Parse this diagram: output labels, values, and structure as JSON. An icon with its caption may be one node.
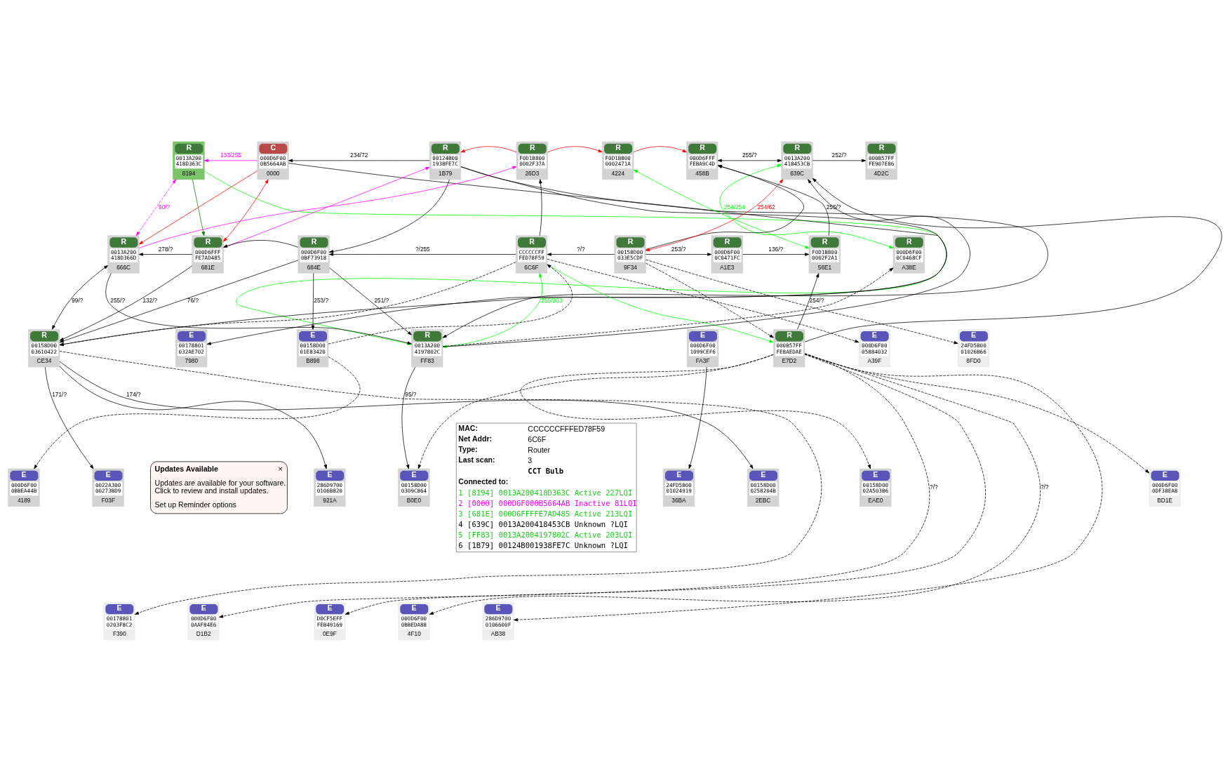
{
  "diagram": {
    "nodes": [
      {
        "text": [
          "R",
          "0013A200 418D363C",
          "8194"
        ]
      },
      {
        "text": [
          "C",
          "000D6F00 0B5664AB",
          "0000"
        ]
      },
      {
        "text": [
          "R",
          "00124B00 1938FE7C",
          "1B79"
        ]
      },
      {
        "text": [
          "R",
          "F0D1B800 0002F37A",
          "26D3"
        ]
      },
      {
        "text": [
          "R",
          "F0D1B800 0002471A",
          "4224"
        ]
      },
      {
        "text": [
          "R",
          "000D6FFF FEBA9C4D",
          "458B"
        ]
      },
      {
        "text": [
          "R",
          "0013A200 418453CB",
          "639C"
        ]
      },
      {
        "text": [
          "R",
          "000B57FF FE907E86",
          "4D2C"
        ]
      },
      {
        "text": [
          "R",
          "0013A200 418D366D",
          "666C"
        ]
      },
      {
        "text": [
          "R",
          "000D6FFF FE7AD485",
          "681E"
        ]
      },
      {
        "text": [
          "R",
          "000D6F00 0BF73918",
          "684E"
        ]
      },
      {
        "text": [
          "R",
          "CCCCCCFF FED78F59",
          "6C6F"
        ]
      },
      {
        "text": [
          "R",
          "00158D00 033E5CDF",
          "9F34"
        ]
      },
      {
        "text": [
          "R",
          "000D6F00 0C0471FC",
          "A1E3"
        ]
      },
      {
        "text": [
          "R",
          "F0D1B800 0002F2A1",
          "56E1"
        ]
      },
      {
        "text": [
          "R",
          "000D6F00 0C0468CF",
          "A38E"
        ]
      },
      {
        "text": [
          "R",
          "00158D00 03610422",
          "CE34"
        ]
      },
      {
        "text": [
          "E",
          "00178801 032AE702",
          "7980"
        ]
      },
      {
        "text": [
          "E",
          "00158D00 01E83420",
          "B898"
        ]
      },
      {
        "text": [
          "R",
          "0013A200 4197802C",
          "FF83"
        ]
      },
      {
        "text": [
          "E",
          "000D6F00 1099CEF6",
          "FA3F"
        ]
      },
      {
        "text": [
          "R",
          "000B57FF FE8AEDAE",
          "E7D2"
        ]
      },
      {
        "text": [
          "E",
          "000D6F00 05884032",
          "A39F"
        ]
      },
      {
        "text": [
          "E",
          "24FD5B00 01026B66",
          "8FD0"
        ]
      },
      {
        "text": [
          "E",
          "000D6F00 0BBEA44B",
          "4189"
        ]
      },
      {
        "text": [
          "E",
          "0022A300 00273BD9",
          "F03F"
        ]
      },
      {
        "text": [
          "E",
          "286D9700 0106B820",
          "921A"
        ]
      },
      {
        "text": [
          "E",
          "00158D00 0309C864",
          "B0E0"
        ]
      },
      {
        "text": [
          "E",
          "24FD5B00 01024919",
          "36BA"
        ]
      },
      {
        "text": [
          "E",
          "00158D00 0258204B",
          "2EBC"
        ]
      },
      {
        "text": [
          "E",
          "00158D00 02A503B6",
          "EAE0"
        ]
      },
      {
        "text": [
          "E",
          "000D6F00 0DF38EA8",
          "BD1E"
        ]
      },
      {
        "text": [
          "E",
          "00178801 0203F8C2",
          "F390"
        ]
      },
      {
        "text": [
          "E",
          "000D6F00 0AAF84E6",
          "D1B2"
        ]
      },
      {
        "text": [
          "E",
          "D0CF5EFF FEB49169",
          "0E9F"
        ]
      },
      {
        "text": [
          "E",
          "000D6F00 0BBEDA88",
          "4F10"
        ]
      },
      {
        "text": [
          "E",
          "286D9700 0106600F",
          "AB38"
        ]
      },
      {
        "text": [
          "MAC:",
          "CCCCCCFFFED78F59",
          "Net Addr:",
          "6C6F",
          "Type:",
          "Router",
          "Last scan:",
          "3",
          "CCT Bulb",
          "Connected to:",
          "1 [8194] 0013A200418D363C Active 227LQI",
          "2 [0000] 000D6F000B5664AB Inactive 81LQI",
          "3 [681E] 000D6FFFFE7AD485 Active 213LQI",
          "4 [639C] 0013A200418453CB Unknown ?LQI",
          "5 [FF83] 0013A2004197802C Active 203LQI",
          "6 [1B79] 00124B001938FE7C Unknown ?LQI"
        ]
      },
      {
        "text": [
          "Updates Available",
          "×",
          "Updates are available for your software. Click to review and install updates.",
          "Set up Reminder options"
        ]
      }
    ],
    "edges": [
      {
        "from": 1,
        "to": 0,
        "arrow": "to",
        "label": "133/255",
        "color": "#ff00ff"
      },
      {
        "from": 2,
        "to": 1,
        "arrow": "to",
        "label": "234/72"
      },
      {
        "from": 3,
        "to": 2,
        "arrow": "to",
        "color": "#ff0000"
      },
      {
        "from": 3,
        "to": 4,
        "arrow": "to",
        "color": "#ff0000"
      },
      {
        "from": 4,
        "to": 5,
        "arrow": "to",
        "color": "#ff0000"
      },
      {
        "from": 5,
        "to": 6,
        "arrow": "both",
        "label": "255/?"
      },
      {
        "from": 6,
        "to": 7,
        "arrow": "to",
        "label": "252/?"
      },
      {
        "from": 6,
        "to": 15,
        "arrow": "both",
        "label": "254/254",
        "color": "#00ff00"
      },
      {
        "from": 0,
        "to": 8,
        "arrow": "both",
        "label": "90/?",
        "style": "dashed",
        "color": "#ff00ff"
      },
      {
        "from": 1,
        "to": 9,
        "arrow": "both",
        "color": "#ff0000"
      },
      {
        "from": 0,
        "to": 9,
        "arrow": "to",
        "color": "#008000"
      },
      {
        "from": 1,
        "to": 8,
        "arrow": "to",
        "color": "#ff0000"
      },
      {
        "from": 8,
        "to": 3,
        "arrow": "to",
        "color": "#ff00ff"
      },
      {
        "from": 9,
        "to": 2,
        "arrow": "to",
        "color": "#ff00ff"
      },
      {
        "from": 2,
        "to": 10,
        "arrow": "to"
      },
      {
        "from": 11,
        "to": 3,
        "arrow": "to"
      },
      {
        "from": 14,
        "to": 5,
        "arrow": "to",
        "label": "255/?"
      },
      {
        "from": 4,
        "to": 14,
        "arrow": "both",
        "color": "#00ff00"
      },
      {
        "from": 12,
        "to": 6,
        "arrow": "both",
        "label": "254/62",
        "color": "#ff0000"
      },
      {
        "from": 12,
        "to": 5,
        "arrow": "to"
      },
      {
        "from": 19,
        "to": 6,
        "arrow": "to"
      },
      {
        "from": 21,
        "to": 6,
        "arrow": "to"
      },
      {
        "from": 8,
        "to": 16,
        "arrow": "both",
        "label": "99/?"
      },
      {
        "from": 9,
        "to": 8,
        "arrow": "to",
        "label": "278/?"
      },
      {
        "from": 10,
        "to": 9,
        "arrow": "to"
      },
      {
        "from": 11,
        "to": 10,
        "arrow": "to",
        "label": "?/255"
      },
      {
        "from": 12,
        "to": 11,
        "arrow": "to",
        "label": "?/?"
      },
      {
        "from": 12,
        "to": 13,
        "arrow": "to",
        "label": "253/?"
      },
      {
        "from": 13,
        "to": 14,
        "arrow": "to",
        "label": "136/?"
      },
      {
        "from": 1,
        "to": 16,
        "arrow": "to"
      },
      {
        "from": 9,
        "to": 16,
        "arrow": "to",
        "label": "132/?"
      },
      {
        "from": 10,
        "to": 16,
        "arrow": "to",
        "label": "76/?"
      },
      {
        "from": 11,
        "to": 16,
        "arrow": "to",
        "style": "dashed"
      },
      {
        "from": 2,
        "to": 17,
        "arrow": "to"
      },
      {
        "from": 8,
        "to": 19,
        "arrow": "to",
        "label": "255/?"
      },
      {
        "from": 10,
        "to": 18,
        "arrow": "to",
        "label": "253/?"
      },
      {
        "from": 10,
        "to": 19,
        "arrow": "to",
        "label": "251/?"
      },
      {
        "from": 0,
        "to": 19,
        "arrow": "to",
        "color": "#00ff00"
      },
      {
        "from": 11,
        "to": 19,
        "arrow": "both",
        "label": "255/203",
        "color": "#00ff00"
      },
      {
        "from": 2,
        "to": 19,
        "arrow": "to"
      },
      {
        "from": 11,
        "to": 21,
        "arrow": "to",
        "color": "#00ff00"
      },
      {
        "from": 12,
        "to": 21,
        "arrow": "to",
        "style": "dashed"
      },
      {
        "from": 21,
        "to": 14,
        "arrow": "to",
        "label": "254/?"
      },
      {
        "from": 19,
        "to": 15,
        "arrow": "to",
        "style": "dashed"
      },
      {
        "from": 18,
        "to": 11,
        "arrow": "to",
        "style": "dashed"
      },
      {
        "from": 19,
        "to": 27,
        "arrow": "to",
        "label": "95/?"
      },
      {
        "from": 20,
        "to": 28,
        "arrow": "to"
      },
      {
        "from": 16,
        "to": 32,
        "arrow": "to",
        "style": "dashed"
      },
      {
        "from": 16,
        "to": 25,
        "arrow": "to",
        "label": "171/?"
      },
      {
        "from": 16,
        "to": 26,
        "arrow": "to"
      },
      {
        "from": 16,
        "to": 29,
        "arrow": "to",
        "label": "174/?"
      },
      {
        "from": 18,
        "to": 24,
        "arrow": "to",
        "style": "dashed"
      },
      {
        "from": 11,
        "to": 22,
        "arrow": "to",
        "style": "dashed"
      },
      {
        "from": 12,
        "to": 23,
        "arrow": "to",
        "style": "dashed"
      },
      {
        "from": 21,
        "to": 27,
        "arrow": "to",
        "style": "dashed"
      },
      {
        "from": 21,
        "to": 30,
        "arrow": "to",
        "style": "dashed"
      },
      {
        "from": 21,
        "to": 31,
        "arrow": "to",
        "style": "dashed"
      },
      {
        "from": 21,
        "to": 33,
        "arrow": "to",
        "label": "?/?",
        "style": "dashed"
      },
      {
        "from": 21,
        "to": 34,
        "arrow": "to",
        "style": "dashed"
      },
      {
        "from": 21,
        "to": 35,
        "arrow": "to",
        "label": "?/?",
        "style": "dashed"
      },
      {
        "from": 21,
        "to": 36,
        "arrow": "to",
        "style": "dashed"
      }
    ]
  }
}
